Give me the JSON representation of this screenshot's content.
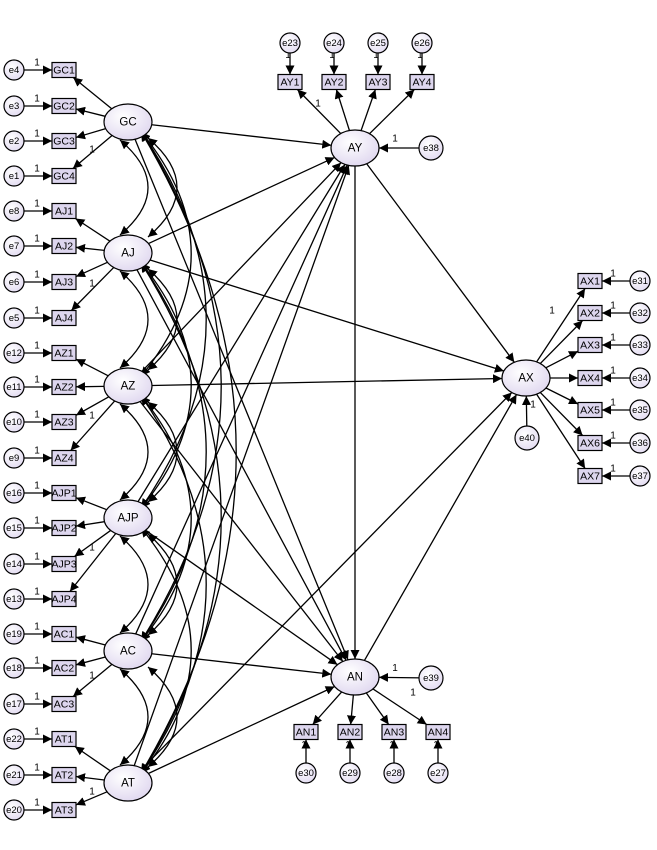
{
  "latents": [
    {
      "id": "GC",
      "label": "GC"
    },
    {
      "id": "AJ",
      "label": "AJ"
    },
    {
      "id": "AZ",
      "label": "AZ"
    },
    {
      "id": "AJP",
      "label": "AJP"
    },
    {
      "id": "AC",
      "label": "AC"
    },
    {
      "id": "AT",
      "label": "AT"
    },
    {
      "id": "AY",
      "label": "AY"
    },
    {
      "id": "AN",
      "label": "AN"
    },
    {
      "id": "AX",
      "label": "AX"
    }
  ],
  "indicators": [
    {
      "id": "GC1",
      "label": "GC1",
      "error": "e4",
      "latent": "GC"
    },
    {
      "id": "GC2",
      "label": "GC2",
      "error": "e3",
      "latent": "GC"
    },
    {
      "id": "GC3",
      "label": "GC3",
      "error": "e2",
      "latent": "GC"
    },
    {
      "id": "GC4",
      "label": "GC4",
      "error": "e1",
      "latent": "GC"
    },
    {
      "id": "AJ1",
      "label": "AJ1",
      "error": "e8",
      "latent": "AJ"
    },
    {
      "id": "AJ2",
      "label": "AJ2",
      "error": "e7",
      "latent": "AJ"
    },
    {
      "id": "AJ3",
      "label": "AJ3",
      "error": "e6",
      "latent": "AJ"
    },
    {
      "id": "AJ4",
      "label": "AJ4",
      "error": "e5",
      "latent": "AJ"
    },
    {
      "id": "AZ1",
      "label": "AZ1",
      "error": "e12",
      "latent": "AZ"
    },
    {
      "id": "AZ2",
      "label": "AZ2",
      "error": "e11",
      "latent": "AZ"
    },
    {
      "id": "AZ3",
      "label": "AZ3",
      "error": "e10",
      "latent": "AZ"
    },
    {
      "id": "AZ4",
      "label": "AZ4",
      "error": "e9",
      "latent": "AZ"
    },
    {
      "id": "AJP1",
      "label": "AJP1",
      "error": "e16",
      "latent": "AJP"
    },
    {
      "id": "AJP2",
      "label": "AJP2",
      "error": "e15",
      "latent": "AJP"
    },
    {
      "id": "AJP3",
      "label": "AJP3",
      "error": "e14",
      "latent": "AJP"
    },
    {
      "id": "AJP4",
      "label": "AJP4",
      "error": "e13",
      "latent": "AJP"
    },
    {
      "id": "AC1",
      "label": "AC1",
      "error": "e19",
      "latent": "AC"
    },
    {
      "id": "AC2",
      "label": "AC2",
      "error": "e18",
      "latent": "AC"
    },
    {
      "id": "AC3",
      "label": "AC3",
      "error": "e17",
      "latent": "AC"
    },
    {
      "id": "AT1",
      "label": "AT1",
      "error": "e22",
      "latent": "AT"
    },
    {
      "id": "AT2",
      "label": "AT2",
      "error": "e21",
      "latent": "AT"
    },
    {
      "id": "AT3",
      "label": "AT3",
      "error": "e20",
      "latent": "AT"
    },
    {
      "id": "AY1",
      "label": "AY1",
      "error": "e23",
      "latent": "AY"
    },
    {
      "id": "AY2",
      "label": "AY2",
      "error": "e24",
      "latent": "AY"
    },
    {
      "id": "AY3",
      "label": "AY3",
      "error": "e25",
      "latent": "AY"
    },
    {
      "id": "AY4",
      "label": "AY4",
      "error": "e26",
      "latent": "AY"
    },
    {
      "id": "AN1",
      "label": "AN1",
      "error": "e30",
      "latent": "AN"
    },
    {
      "id": "AN2",
      "label": "AN2",
      "error": "e29",
      "latent": "AN"
    },
    {
      "id": "AN3",
      "label": "AN3",
      "error": "e28",
      "latent": "AN"
    },
    {
      "id": "AN4",
      "label": "AN4",
      "error": "e27",
      "latent": "AN"
    },
    {
      "id": "AX1",
      "label": "AX1",
      "error": "e31",
      "latent": "AX"
    },
    {
      "id": "AX2",
      "label": "AX2",
      "error": "e32",
      "latent": "AX"
    },
    {
      "id": "AX3",
      "label": "AX3",
      "error": "e33",
      "latent": "AX"
    },
    {
      "id": "AX4",
      "label": "AX4",
      "error": "e34",
      "latent": "AX"
    },
    {
      "id": "AX5",
      "label": "AX5",
      "error": "e35",
      "latent": "AX"
    },
    {
      "id": "AX6",
      "label": "AX6",
      "error": "e36",
      "latent": "AX"
    },
    {
      "id": "AX7",
      "label": "AX7",
      "error": "e37",
      "latent": "AX"
    }
  ],
  "structural_errors": [
    {
      "label": "e38",
      "target": "AY"
    },
    {
      "label": "e39",
      "target": "AN"
    },
    {
      "label": "e40",
      "target": "AX"
    }
  ],
  "paths": [
    {
      "from": "GC",
      "to": "AY"
    },
    {
      "from": "AJ",
      "to": "AY"
    },
    {
      "from": "AZ",
      "to": "AY"
    },
    {
      "from": "AJP",
      "to": "AY"
    },
    {
      "from": "AC",
      "to": "AY"
    },
    {
      "from": "AT",
      "to": "AY"
    },
    {
      "from": "GC",
      "to": "AN"
    },
    {
      "from": "AJ",
      "to": "AN"
    },
    {
      "from": "AZ",
      "to": "AN"
    },
    {
      "from": "AJP",
      "to": "AN"
    },
    {
      "from": "AC",
      "to": "AN"
    },
    {
      "from": "AT",
      "to": "AN"
    },
    {
      "from": "AJ",
      "to": "AX"
    },
    {
      "from": "AZ",
      "to": "AX"
    },
    {
      "from": "AT",
      "to": "AX"
    },
    {
      "from": "AY",
      "to": "AX"
    },
    {
      "from": "AN",
      "to": "AX"
    },
    {
      "from": "AY",
      "to": "AN"
    }
  ],
  "fixed_loading_label": "1",
  "colors": {
    "node_fill_light": "#ffffff",
    "node_fill_dark": "#ddd4ee",
    "box_fill": "#ddd6ee",
    "stroke": "#000000"
  }
}
